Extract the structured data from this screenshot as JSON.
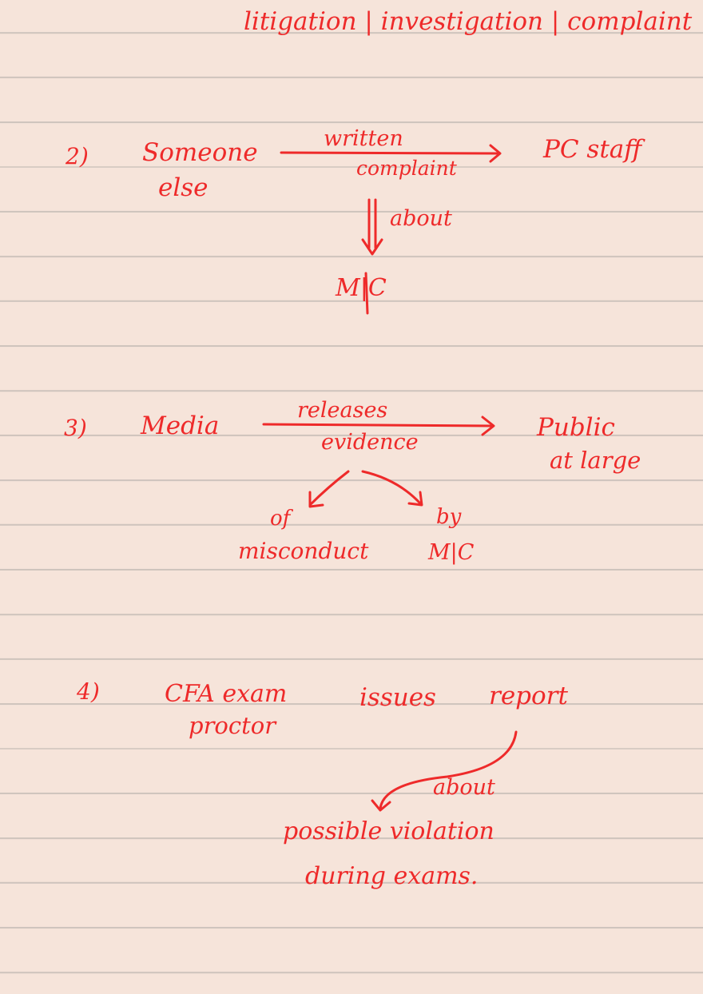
{
  "header": {
    "text": "litigation | investigation | complaint"
  },
  "section2": {
    "number": "2)",
    "subject_line1": "Someone",
    "subject_line2": "else",
    "arrow_top": "written",
    "arrow_bottom": "complaint",
    "target": "PC staff",
    "down_label": "about",
    "object": "M|C"
  },
  "section3": {
    "number": "3)",
    "subject": "Media",
    "arrow_top": "releases",
    "arrow_bottom": "evidence",
    "target_line1": "Public",
    "target_line2": "at large",
    "left_branch_line1": "of",
    "left_branch_line2": "misconduct",
    "right_branch_line1": "by",
    "right_branch_line2": "M|C"
  },
  "section4": {
    "number": "4)",
    "subject_line1": "CFA exam",
    "subject_line2": "proctor",
    "verb": "issues",
    "object": "report",
    "link_label": "about",
    "result_line1": "possible violation",
    "result_line2": "during exams."
  },
  "colors": {
    "ink": "#ee2a2a",
    "paper": "#f6e4da",
    "rule": "#cfc4bd"
  }
}
